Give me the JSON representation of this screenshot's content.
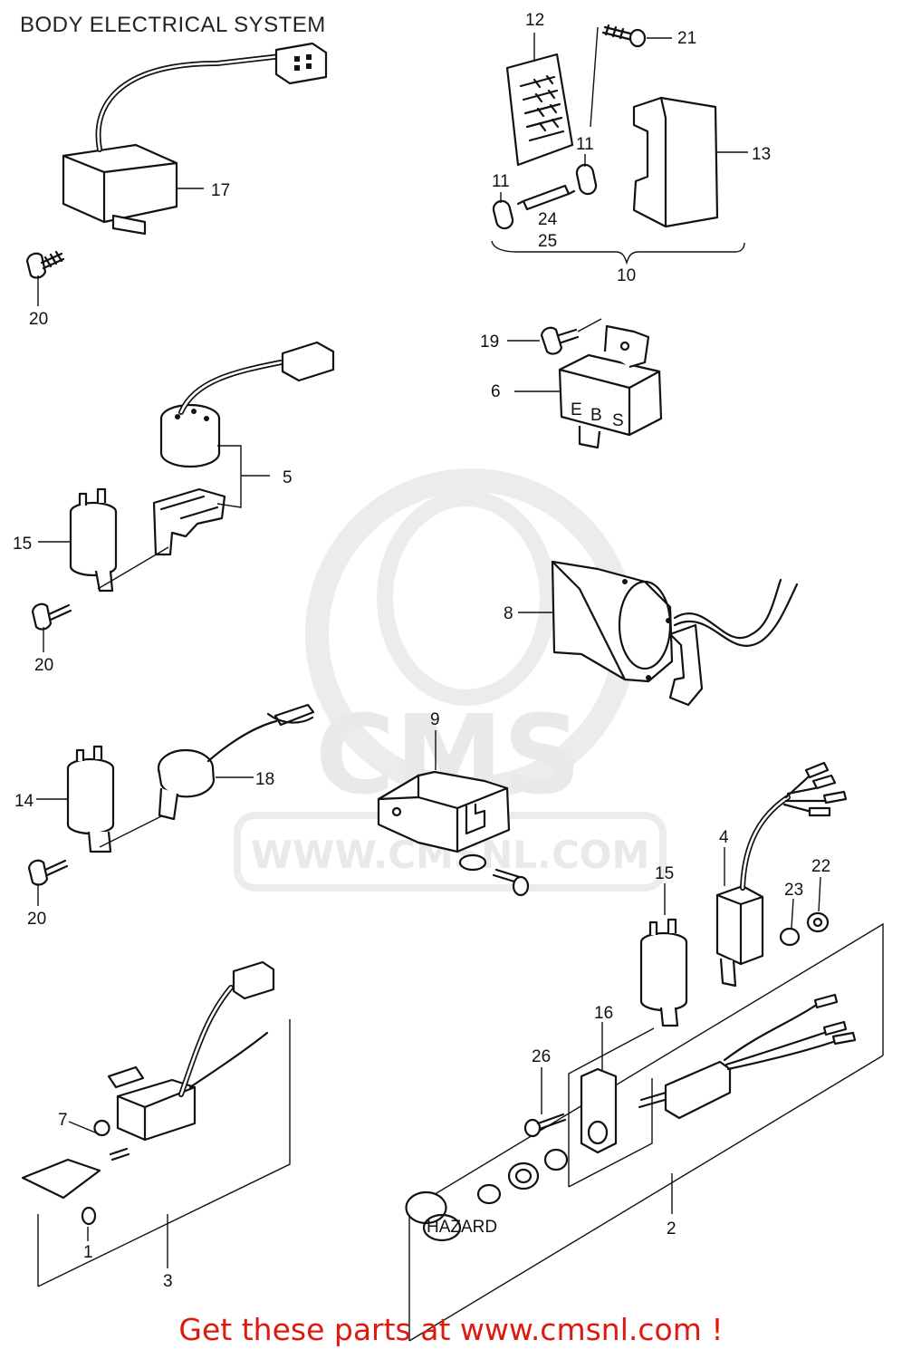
{
  "title": "BODY ELECTRICAL SYSTEM",
  "watermark": {
    "brand": "CMS",
    "url": "WWW.CMSNL.COM"
  },
  "cta_text": "Get these parts at www.cmsnl.com !",
  "colors": {
    "cta": "#e0190f",
    "ink": "#111111",
    "watermark": "#e9e9e9"
  },
  "part_labels": {
    "p1": "1",
    "p2": "2",
    "p3": "3",
    "p4": "4",
    "p5": "5",
    "p6": "6",
    "p7": "7",
    "p8": "8",
    "p9": "9",
    "p10": "10",
    "p11a": "11",
    "p11b": "11",
    "p12": "12",
    "p13": "13",
    "p14": "14",
    "p15a": "15",
    "p15b": "15",
    "p16": "16",
    "p17": "17",
    "p18": "18",
    "p19": "19",
    "p20a": "20",
    "p20b": "20",
    "p20c": "20",
    "p21": "21",
    "p22": "22",
    "p23": "23",
    "p24": "24",
    "p25": "25",
    "p26": "26"
  },
  "relay_terminals": {
    "e": "E",
    "b": "B",
    "s": "S"
  },
  "switch_cap_text": "HAZARD"
}
